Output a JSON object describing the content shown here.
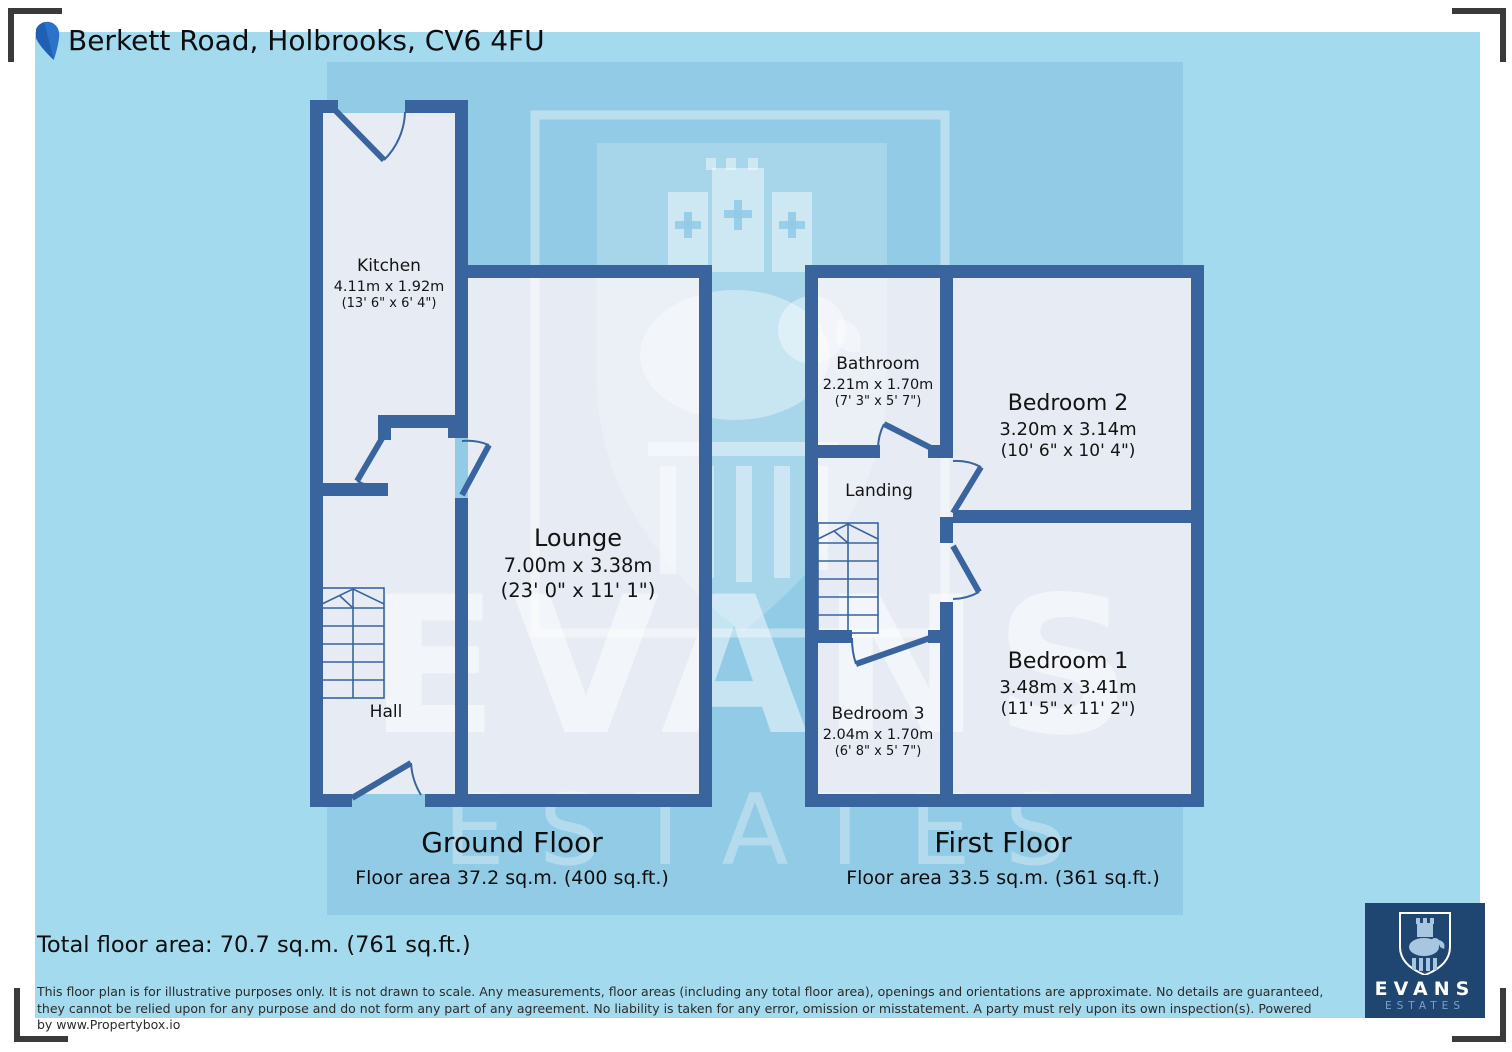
{
  "header": {
    "title": "Berkett Road, Holbrooks, CV6 4FU"
  },
  "ground_floor": {
    "title": "Ground Floor",
    "area": "Floor area 37.2 sq.m. (400 sq.ft.)",
    "rooms": {
      "kitchen": {
        "name": "Kitchen",
        "dim_m": "4.11m x 1.92m",
        "dim_ft": "(13' 6\" x 6' 4\")"
      },
      "lounge": {
        "name": "Lounge",
        "dim_m": "7.00m x 3.38m",
        "dim_ft": "(23' 0\" x 11' 1\")"
      },
      "hall": {
        "name": "Hall"
      }
    }
  },
  "first_floor": {
    "title": "First Floor",
    "area": "Floor area 33.5 sq.m. (361 sq.ft.)",
    "rooms": {
      "bathroom": {
        "name": "Bathroom",
        "dim_m": "2.21m x 1.70m",
        "dim_ft": "(7' 3\" x 5' 7\")"
      },
      "bedroom2": {
        "name": "Bedroom 2",
        "dim_m": "3.20m x 3.14m",
        "dim_ft": "(10' 6\" x 10' 4\")"
      },
      "landing": {
        "name": "Landing"
      },
      "bedroom1": {
        "name": "Bedroom 1",
        "dim_m": "3.48m x 3.41m",
        "dim_ft": "(11' 5\" x 11' 2\")"
      },
      "bedroom3": {
        "name": "Bedroom 3",
        "dim_m": "2.04m x 1.70m",
        "dim_ft": "(6' 8\" x 5' 7\")"
      }
    }
  },
  "summary": {
    "total_area": "Total floor area: 70.7 sq.m. (761 sq.ft.)"
  },
  "disclaimer": {
    "line1": "This floor plan is for illustrative purposes only. It is not drawn to scale. Any measurements, floor areas (including any total floor area), openings and orientations are approximate. No details are guaranteed,",
    "line2": "they cannot be relied upon for any purpose and do not form any part of any agreement. No liability is taken for any error, omission or misstatement. A party must rely upon its own inspection(s). Powered",
    "line3": "by www.Propertybox.io"
  },
  "watermark": {
    "word1": "EVANS",
    "word2": "ESTATES"
  },
  "logo": {
    "name": "EVANS",
    "tagline": "ESTATES"
  },
  "colors": {
    "background_blue": "#a3daee",
    "panel_blue": "#92cbe5",
    "wall_blue": "#3a649e",
    "room_fill": "#e7ecf4",
    "brand_navy": "#1f4571",
    "pin_blue": "#2b72c8",
    "bracket_gray": "#3a3a3a"
  }
}
